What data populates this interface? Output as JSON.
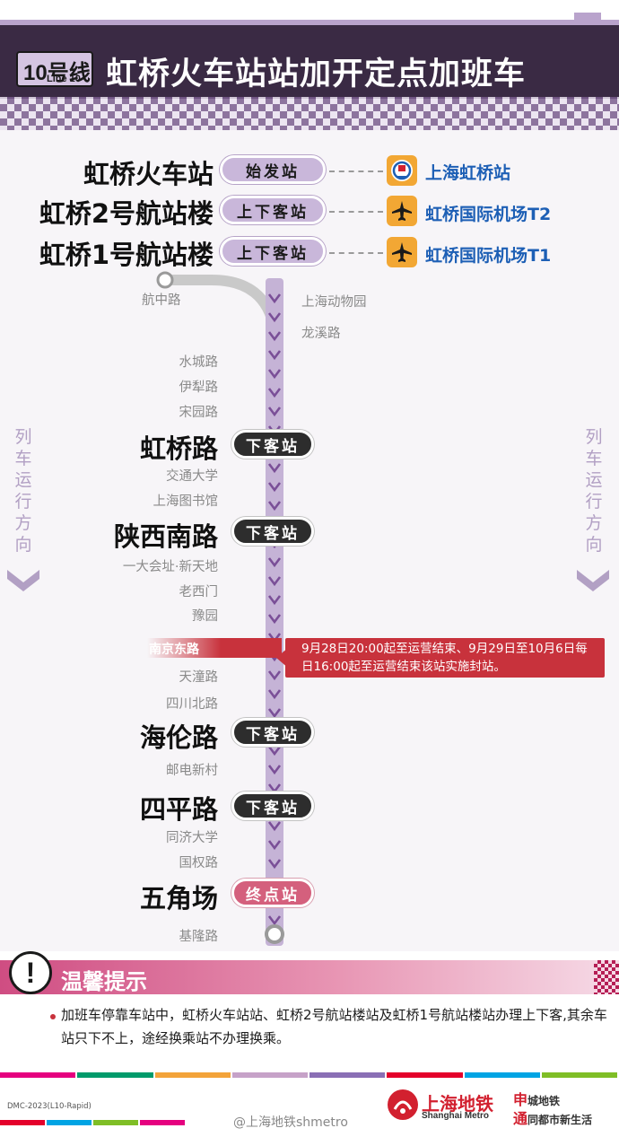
{
  "header": {
    "line_number": "10号线",
    "line_en": "Line 10",
    "title": "虹桥火车站站加开定点加班车",
    "colors": {
      "band": "#3a2a44",
      "accent": "#c9b7da"
    }
  },
  "direction": {
    "left": "列车运行方向",
    "right": "列车运行方向"
  },
  "terminals": [
    {
      "name": "虹桥火车站",
      "badge": "始发站",
      "transfer_icon": "railway-station-icon",
      "transfer": "上海虹桥站"
    },
    {
      "name": "虹桥2号航站楼",
      "badge": "上下客站",
      "transfer_icon": "airplane-icon",
      "transfer": "虹桥国际机场T2"
    },
    {
      "name": "虹桥1号航站楼",
      "badge": "上下客站",
      "transfer_icon": "airplane-icon",
      "transfer": "虹桥国际机场T1"
    }
  ],
  "branch": {
    "station": "航中路"
  },
  "stations": {
    "shanghai_zoo": "上海动物园",
    "longxi_road": "龙溪路",
    "shuicheng_road": "水城路",
    "yili_road": "伊犁路",
    "songyuan_road": "宋园路",
    "hongqiao_road": "虹桥路",
    "jiaotong_univ": "交通大学",
    "shanghai_library": "上海图书馆",
    "shaanxi_south": "陕西南路",
    "xintiandi": "一大会址·新天地",
    "laoximen": "老西门",
    "yuyuan": "豫园",
    "nanjing_east": "南京东路",
    "tiantong_road": "天潼路",
    "sichuan_north": "四川北路",
    "hailun_road": "海伦路",
    "youdian_xincun": "邮电新村",
    "siping_road": "四平路",
    "tongji_univ": "同济大学",
    "guoquan_road": "国权路",
    "wujiaochang": "五角场",
    "jilong_road": "基隆路"
  },
  "badges": {
    "alight_only": "下客站",
    "end": "终点站"
  },
  "closure_note": "9月28日20:00起至运营结束、9月29日至10月6日每日16:00起至运营结束该站实施封站。",
  "notice": {
    "title": "温馨提示",
    "icon": "exclamation-icon",
    "text": "加班车停靠车站中，虹桥火车站站、虹桥2号航站楼站及虹桥1号航站楼站办理上下客,其余车站只下不上，途经换乘站不办理换乘。"
  },
  "footer": {
    "code": "DMC-2023(L10-Rapid)",
    "brand": "上海地铁",
    "brand_en": "Shanghai Metro",
    "slogan_1_hl": "申",
    "slogan_1": "城地铁",
    "slogan_2_hl": "通",
    "slogan_2": "同都市新生活",
    "watermark": "@上海地铁shmetro",
    "strip_colors": [
      "#e5007f",
      "#009b6b",
      "#f3a33a",
      "#c6a2c8",
      "#8a6fb5",
      "#e4002b",
      "#00a4e4",
      "#7fbe26"
    ]
  }
}
